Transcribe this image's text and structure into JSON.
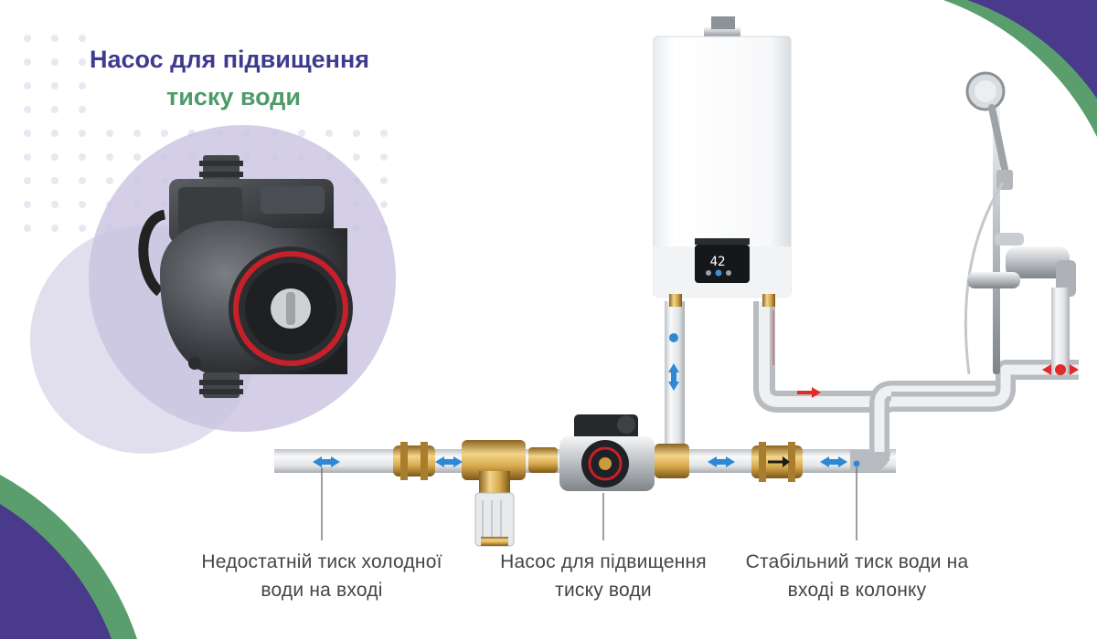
{
  "header": {
    "title_line1": "Насос для підвищення",
    "title_line2": "тиску води"
  },
  "heater": {
    "display_value": "42"
  },
  "labels": {
    "inlet": {
      "line1": "Недостатній тиск холодної",
      "line2": "води на вході"
    },
    "pump": {
      "line1": "Насос для підвищення",
      "line2": "тиску води"
    },
    "outlet": {
      "line1": "Стабільний тиск води на",
      "line2": "вході в колонку"
    }
  },
  "colors": {
    "title_purple": "#3f3a8f",
    "title_green": "#4e9a6a",
    "corner_purple": "#4a3a8c",
    "corner_green": "#5a9e6e",
    "cold_arrow": "#2f88d6",
    "hot_arrow": "#e12b2b",
    "pump_accent": "#c8202a",
    "brass": "#c99a3e",
    "circle_fill": "#c9c3e0"
  },
  "icons": {
    "product": "water-pump-icon",
    "heater": "gas-water-heater-icon",
    "shower": "shower-head-icon",
    "mixer": "bath-mixer-icon"
  }
}
